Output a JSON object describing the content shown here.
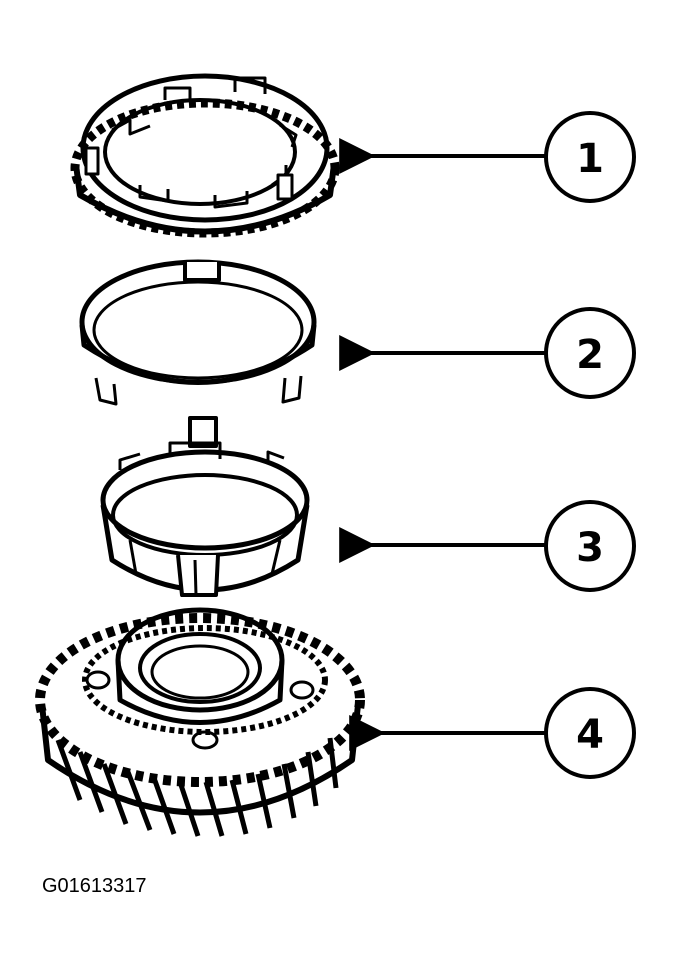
{
  "figure": {
    "id_label": "G01613317",
    "colors": {
      "ink": "#000000",
      "paper": "#ffffff"
    }
  },
  "callouts": [
    {
      "number": "1",
      "part": "synchronizer-sleeve"
    },
    {
      "number": "2",
      "part": "outer-blocker-ring"
    },
    {
      "number": "3",
      "part": "inner-cone-ring"
    },
    {
      "number": "4",
      "part": "helical-gear"
    }
  ]
}
